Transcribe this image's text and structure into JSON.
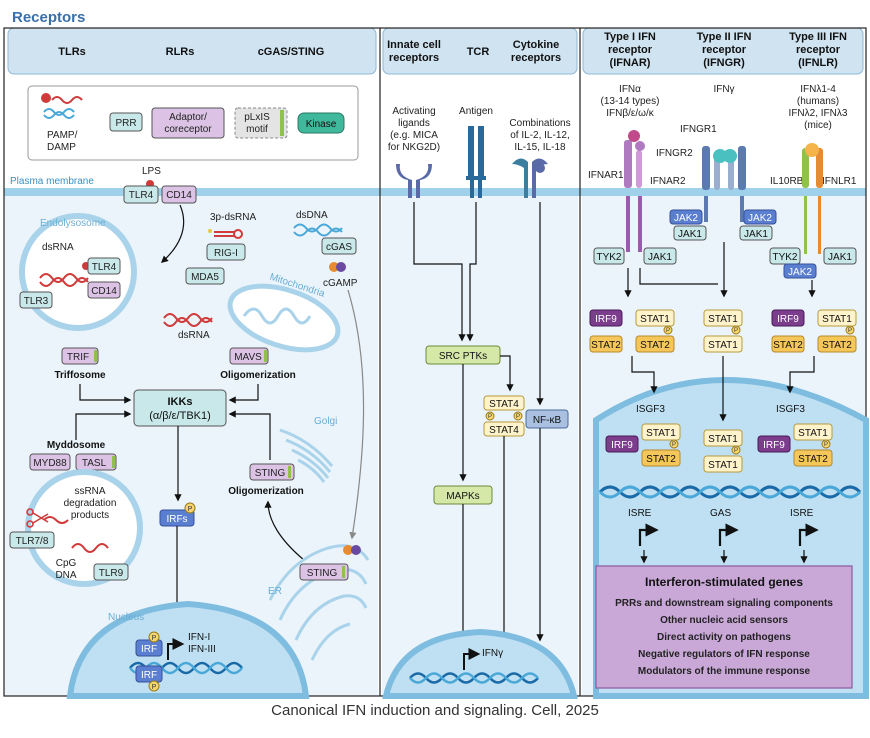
{
  "title": "Receptors",
  "caption": "Canonical IFN induction and signaling. Cell, 2025",
  "colors": {
    "header_bg": "#cfe3f1",
    "panel_bg": "#eaf4fa",
    "membrane": "#9fd1ea",
    "node_teal": "#c9e8ea",
    "node_purple": "#dcc3e6",
    "node_green": "#d5e8a8",
    "node_blue": "#5b7fd0",
    "node_yellow": "#f5c75a",
    "node_cream": "#fff3cc",
    "kinase": "#3fb89b",
    "irf9": "#7b3d8c",
    "isg_box": "#c9a8d8"
  },
  "header": {
    "tlrs": "TLRs",
    "rlrs": "RLRs",
    "cgas_sting": "cGAS/STING",
    "innate_1": "Innate cell",
    "innate_2": "receptors",
    "tcr": "TCR",
    "cyto_1": "Cytokine",
    "cyto_2": "receptors",
    "t1_1": "Type I IFN",
    "t1_2": "receptor",
    "t1_3": "(IFNAR)",
    "t2_1": "Type II IFN",
    "t2_2": "receptor",
    "t2_3": "(IFNGR)",
    "t3_1": "Type III IFN",
    "t3_2": "receptor",
    "t3_3": "(IFNLR)"
  },
  "legend": {
    "pamp_1": "PAMP/",
    "pamp_2": "DAMP",
    "prr": "PRR",
    "adaptor_1": "Adaptor/",
    "adaptor_2": "coreceptor",
    "plxis_1": "pLxIS",
    "plxis_2": "motif",
    "kinase": "Kinase"
  },
  "membrane_label": "Plasma membrane",
  "left": {
    "lps": "LPS",
    "tlr4": "TLR4",
    "cd14": "CD14",
    "endolysosome": "Endolysosome",
    "dsrna": "dsRNA",
    "tlr4_endo": "TLR4",
    "cd14_endo": "CD14",
    "tlr3": "TLR3",
    "dsrna3p": "3p-dsRNA",
    "rigi": "RIG-I",
    "mda5": "MDA5",
    "dsrna_mda": "dsRNA",
    "mitochondria": "Mitochondria",
    "dsdna": "dsDNA",
    "cgas": "cGAS",
    "cgamp": "cGAMP",
    "trif": "TRIF",
    "triffosome": "Triffosome",
    "mavs": "MAVS",
    "oligo1": "Oligomerization",
    "ikks_1": "IKKs",
    "ikks_2": "(α/β/ε/TBK1)",
    "golgi": "Golgi",
    "myddosome": "Myddosome",
    "myd88": "MYD88",
    "tasl": "TASL",
    "sting": "STING",
    "oligo2": "Oligomerization",
    "ssrna_1": "ssRNA",
    "ssrna_2": "degradation",
    "ssrna_3": "products",
    "tlr78": "TLR7/8",
    "cpg_1": "CpG",
    "cpg_2": "DNA",
    "tlr9": "TLR9",
    "irfs": "IRFs",
    "p": "P",
    "er": "ER",
    "sting_er": "STING",
    "nucleus": "Nucleus",
    "irf": "IRF",
    "ifn1": "IFN-I",
    "ifn3": "IFN-III"
  },
  "middle": {
    "act_1": "Activating",
    "act_2": "ligands",
    "act_3": "(e.g. MICA",
    "act_4": "for NKG2D)",
    "antigen": "Antigen",
    "comb_1": "Combinations",
    "comb_2": "of IL-2, IL-12,",
    "comb_3": "IL-15, IL-18",
    "src": "SRC PTKs",
    "stat4": "STAT4",
    "nfkb": "NF-κB",
    "mapks": "MAPKs",
    "ifng": "IFNγ"
  },
  "right": {
    "ifna_1": "IFNα",
    "ifna_2": "(13-14 types)",
    "ifna_3": "IFNβ/ε/ω/κ",
    "ifng": "IFNγ",
    "ifnl_1": "IFNλ1-4",
    "ifnl_2": "(humans)",
    "ifnl_3": "IFNλ2, IFNλ3",
    "ifnl_4": "(mice)",
    "ifngr1": "IFNGR1",
    "ifngr2": "IFNGR2",
    "ifnar1": "IFNAR1",
    "ifnar2": "IFNAR2",
    "il10rb": "IL10RB",
    "ifnlr1": "IFNLR1",
    "jak2": "JAK2",
    "jak1": "JAK1",
    "tyk2": "TYK2",
    "irf9": "IRF9",
    "stat1": "STAT1",
    "stat2": "STAT2",
    "isgf3": "ISGF3",
    "isre": "ISRE",
    "gas": "GAS"
  },
  "isg": {
    "title": "Interferon-stimulated genes",
    "items": [
      "PRRs and downstream signaling components",
      "Other nucleic acid sensors",
      "Direct activity on pathogens",
      "Negative regulators of IFN response",
      "Modulators of the immune response"
    ]
  }
}
